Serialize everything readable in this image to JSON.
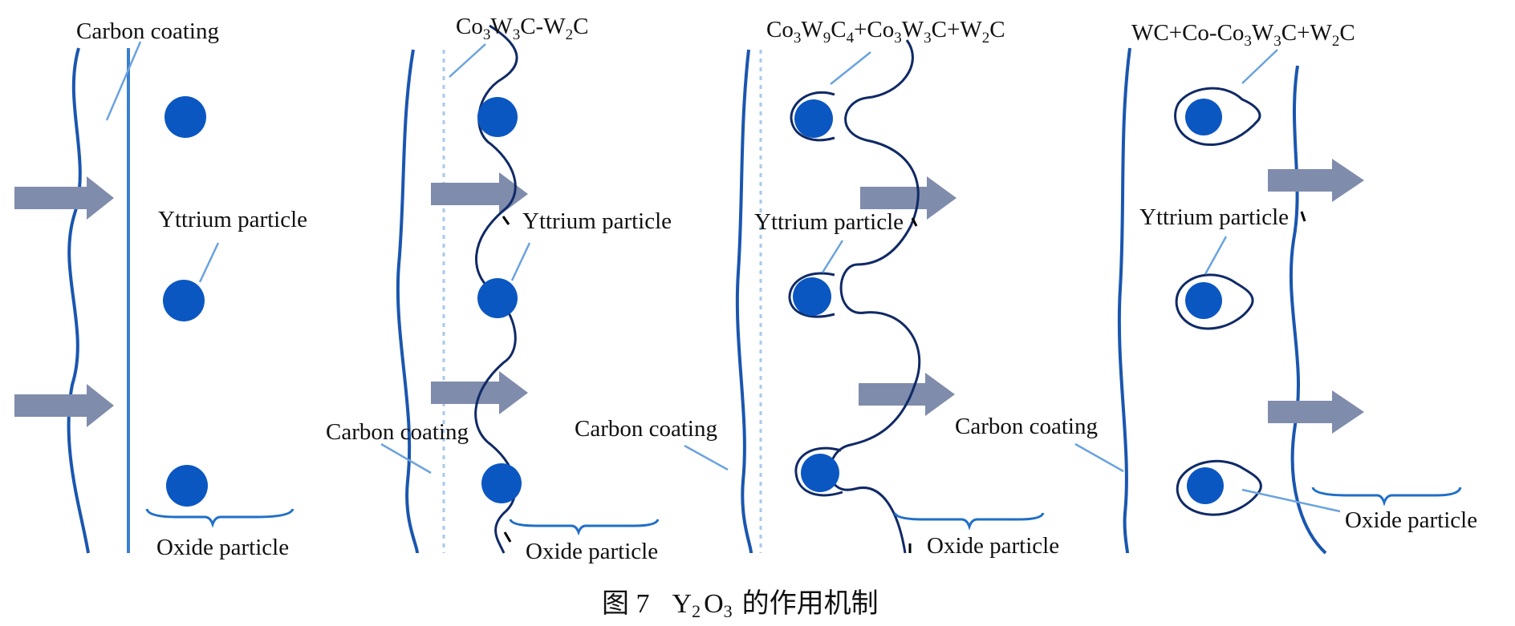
{
  "panels": [
    {
      "coating_label": "Carbon coating",
      "particle_label": "Yttrium particle",
      "oxide_label": "Oxide particle"
    },
    {
      "phase_label": {
        "base": "Co",
        "s1": "3",
        "m1": "W",
        "s2": "3",
        "tail": "C-W",
        "s3": "2",
        "end": "C"
      },
      "coating_label": "Carbon coating",
      "particle_label": "Yttrium particle",
      "oxide_label": "Oxide particle"
    },
    {
      "phase_label": {
        "t1": "Co",
        "s1": "3",
        "t2": "W",
        "s2": "9",
        "t3": "C",
        "s3": "4",
        "t4": "+Co",
        "s4": "3",
        "t5": "W",
        "s5": "3",
        "t6": "C+W",
        "s6": "2",
        "t7": "C"
      },
      "coating_label": "Carbon coating",
      "particle_label": "Yttrium particle",
      "oxide_label": "Oxide particle"
    },
    {
      "phase_label": {
        "t1": "WC+Co-Co",
        "s1": "3",
        "t2": "W",
        "s2": "3",
        "t3": "C+W",
        "s3": "2",
        "t4": "C"
      },
      "coating_label": "Carbon coating",
      "particle_label": "Yttrium particle",
      "oxide_label": "Oxide particle"
    }
  ],
  "caption": {
    "prefix": "图 7",
    "y": "Y",
    "ys": "2",
    "o": "O",
    "os": "3",
    "suffix": "的作用机制"
  },
  "colors": {
    "particle": "#0b57c2",
    "coating": "#1a56b0",
    "arrow": "#7f8cac",
    "leader": "#6aa3de"
  }
}
